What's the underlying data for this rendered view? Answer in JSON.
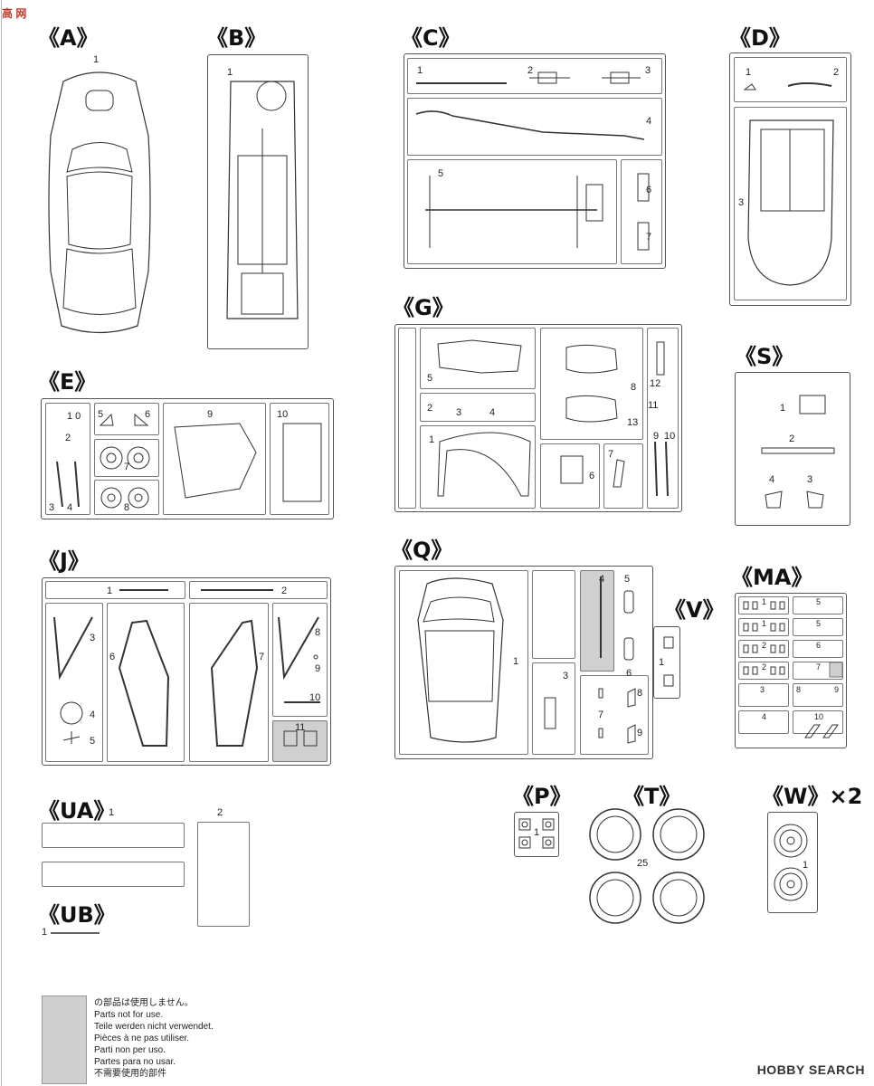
{
  "watermark_top": "高 网",
  "watermark_bottom": "HOBBY SEARCH",
  "sections": {
    "A": {
      "title": "《A》",
      "nums": [
        "1"
      ]
    },
    "B": {
      "title": "《B》",
      "nums": [
        "1"
      ]
    },
    "C": {
      "title": "《C》",
      "nums": [
        "1",
        "2",
        "3",
        "4",
        "5",
        "6",
        "7"
      ]
    },
    "D": {
      "title": "《D》",
      "nums": [
        "1",
        "2",
        "3"
      ]
    },
    "E": {
      "title": "《E》",
      "nums": [
        "1 0",
        "2",
        "3",
        "4",
        "5",
        "6",
        "7",
        "8",
        "9",
        "10"
      ]
    },
    "G": {
      "title": "《G》",
      "nums": [
        "5",
        "8",
        "12",
        "2",
        "3",
        "4",
        "11",
        "13",
        "1",
        "9",
        "10",
        "6",
        "7"
      ]
    },
    "S": {
      "title": "《S》",
      "nums": [
        "1",
        "2",
        "4",
        "3"
      ]
    },
    "J": {
      "title": "《J》",
      "nums": [
        "1",
        "2",
        "3",
        "6",
        "7",
        "8",
        "9",
        "10",
        "4",
        "5",
        "11"
      ]
    },
    "Q": {
      "title": "《Q》",
      "nums": [
        "1",
        "4",
        "5",
        "6",
        "3",
        "7",
        "8",
        "9"
      ]
    },
    "V": {
      "title": "《V》",
      "nums": [
        "1"
      ]
    },
    "MA": {
      "title": "《MA》",
      "nums": [
        "1",
        "5",
        "1",
        "5",
        "2",
        "6",
        "2",
        "7",
        "3",
        "8",
        "9",
        "4",
        "10"
      ]
    },
    "UA": {
      "title": "《UA》",
      "nums": [
        "1",
        "2"
      ]
    },
    "UB": {
      "title": "《UB》",
      "nums": [
        "1"
      ]
    },
    "P": {
      "title": "《P》",
      "nums": [
        "1"
      ]
    },
    "T": {
      "title": "《T》",
      "nums": [
        "25"
      ]
    },
    "W": {
      "title": "《W》×2",
      "nums": [
        "1"
      ]
    }
  },
  "legend": [
    "の部品は使用しません。",
    "Parts not for use.",
    "Teile werden nicht verwendet.",
    "Pièces à ne pas utiliser.",
    "Parti non per uso.",
    "Partes para no usar.",
    "不需要使用的部件"
  ]
}
